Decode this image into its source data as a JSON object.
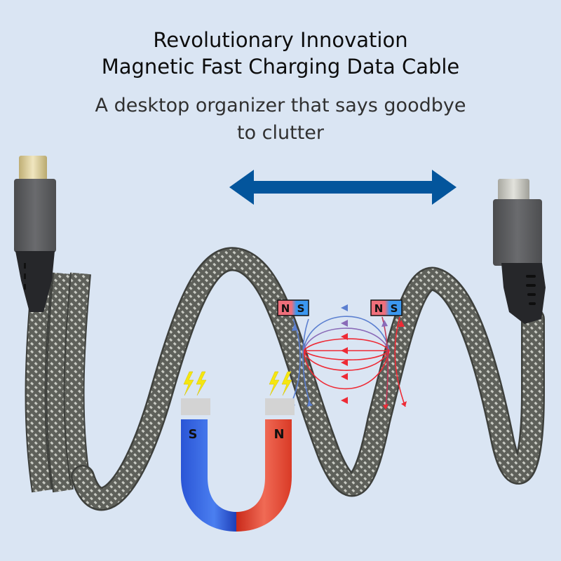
{
  "headline": {
    "line1": "Revolutionary Innovation",
    "line2": "Magnetic Fast Charging Data Cable"
  },
  "subheadline": {
    "line1": "A desktop organizer that says goodbye",
    "line2": "to clutter"
  },
  "magnet_labels": {
    "u_magnet_left": "S",
    "u_magnet_right": "N",
    "bar_magnet_1": {
      "north": "N",
      "south": "S"
    },
    "bar_magnet_2": {
      "north": "N",
      "south": "S"
    }
  },
  "colors": {
    "background": "#dae5f3",
    "arrow": "#03559c",
    "north_red": "#e8412f",
    "south_blue": "#2f5fd8",
    "field_blue": "#5b7fd0",
    "field_red": "#ee2a35",
    "cable": "#6c6e68",
    "lightning": "#f5e610"
  }
}
